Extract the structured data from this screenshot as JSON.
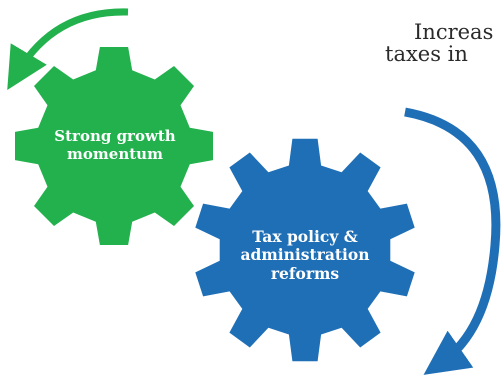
{
  "colors": {
    "green": "#22b14c",
    "blue": "#1f6fb7"
  },
  "gears": [
    {
      "name": "green",
      "lines": [
        "Strong growth",
        "momentum"
      ]
    },
    {
      "name": "blue",
      "lines": [
        "Tax policy &",
        "administration",
        "reforms"
      ]
    }
  ],
  "caption": {
    "line1": "Increas",
    "line2": "taxes in"
  }
}
